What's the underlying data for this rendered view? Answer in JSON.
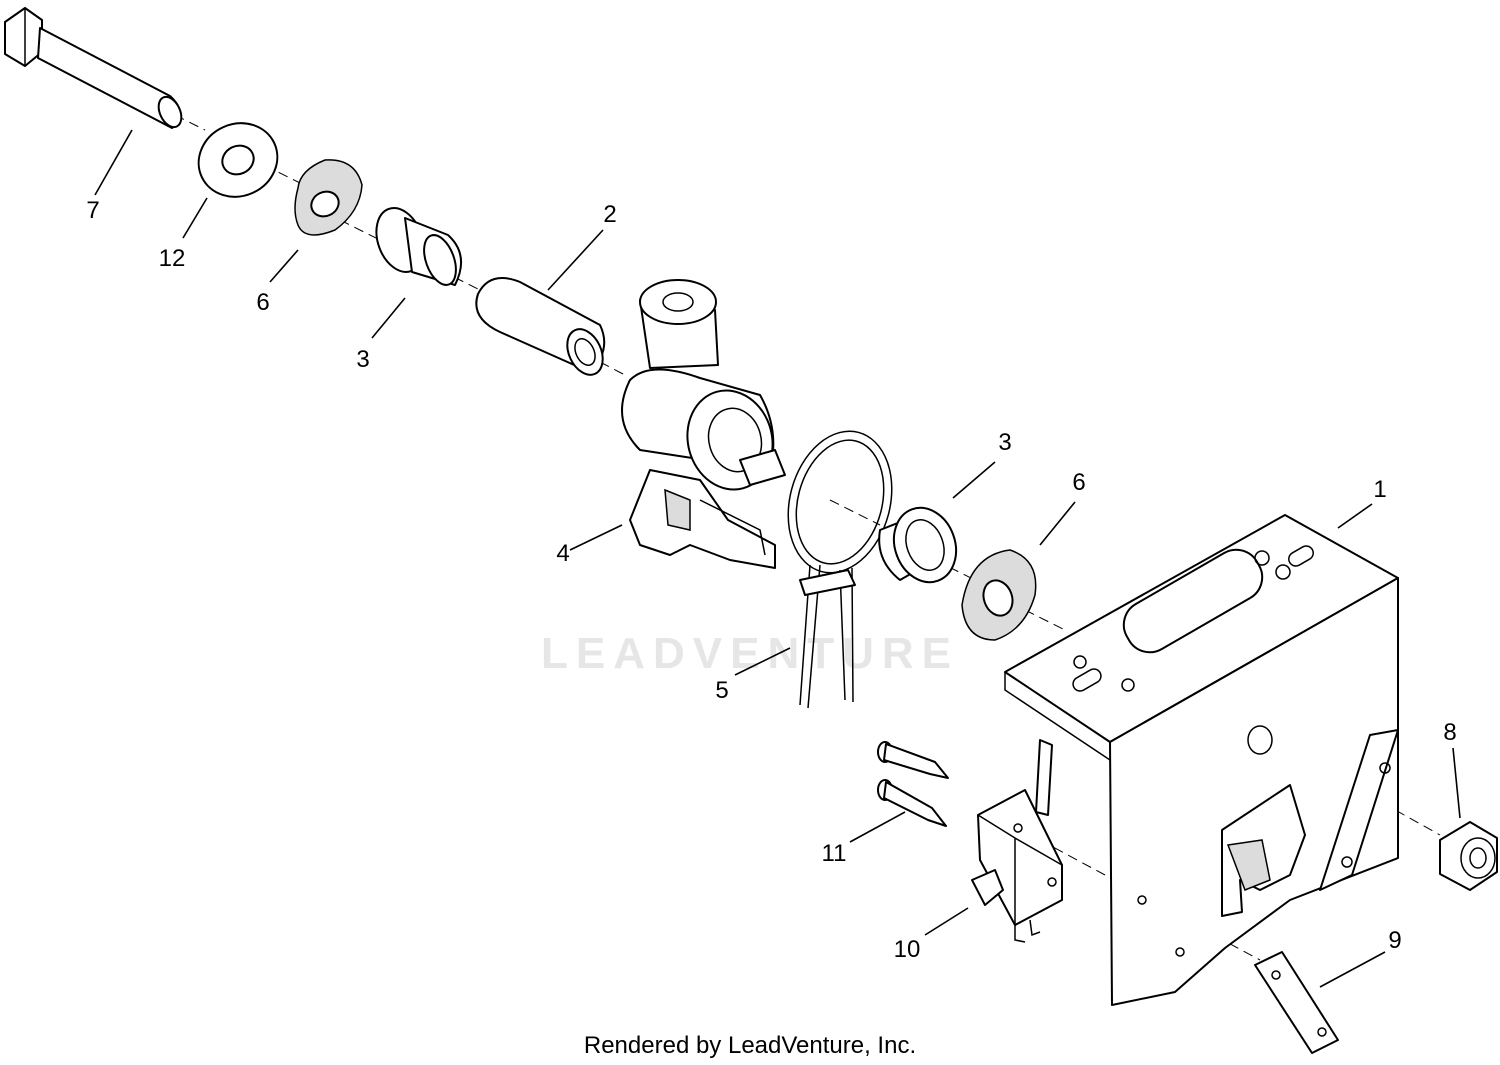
{
  "watermark": "LEADVENTURE",
  "credit": "Rendered by LeadVenture, Inc.",
  "callouts": {
    "c1": "1",
    "c2": "2",
    "c3a": "3",
    "c3b": "3",
    "c4": "4",
    "c5": "5",
    "c6a": "6",
    "c6b": "6",
    "c7": "7",
    "c8": "8",
    "c9": "9",
    "c10": "10",
    "c11": "11",
    "c12": "12"
  }
}
